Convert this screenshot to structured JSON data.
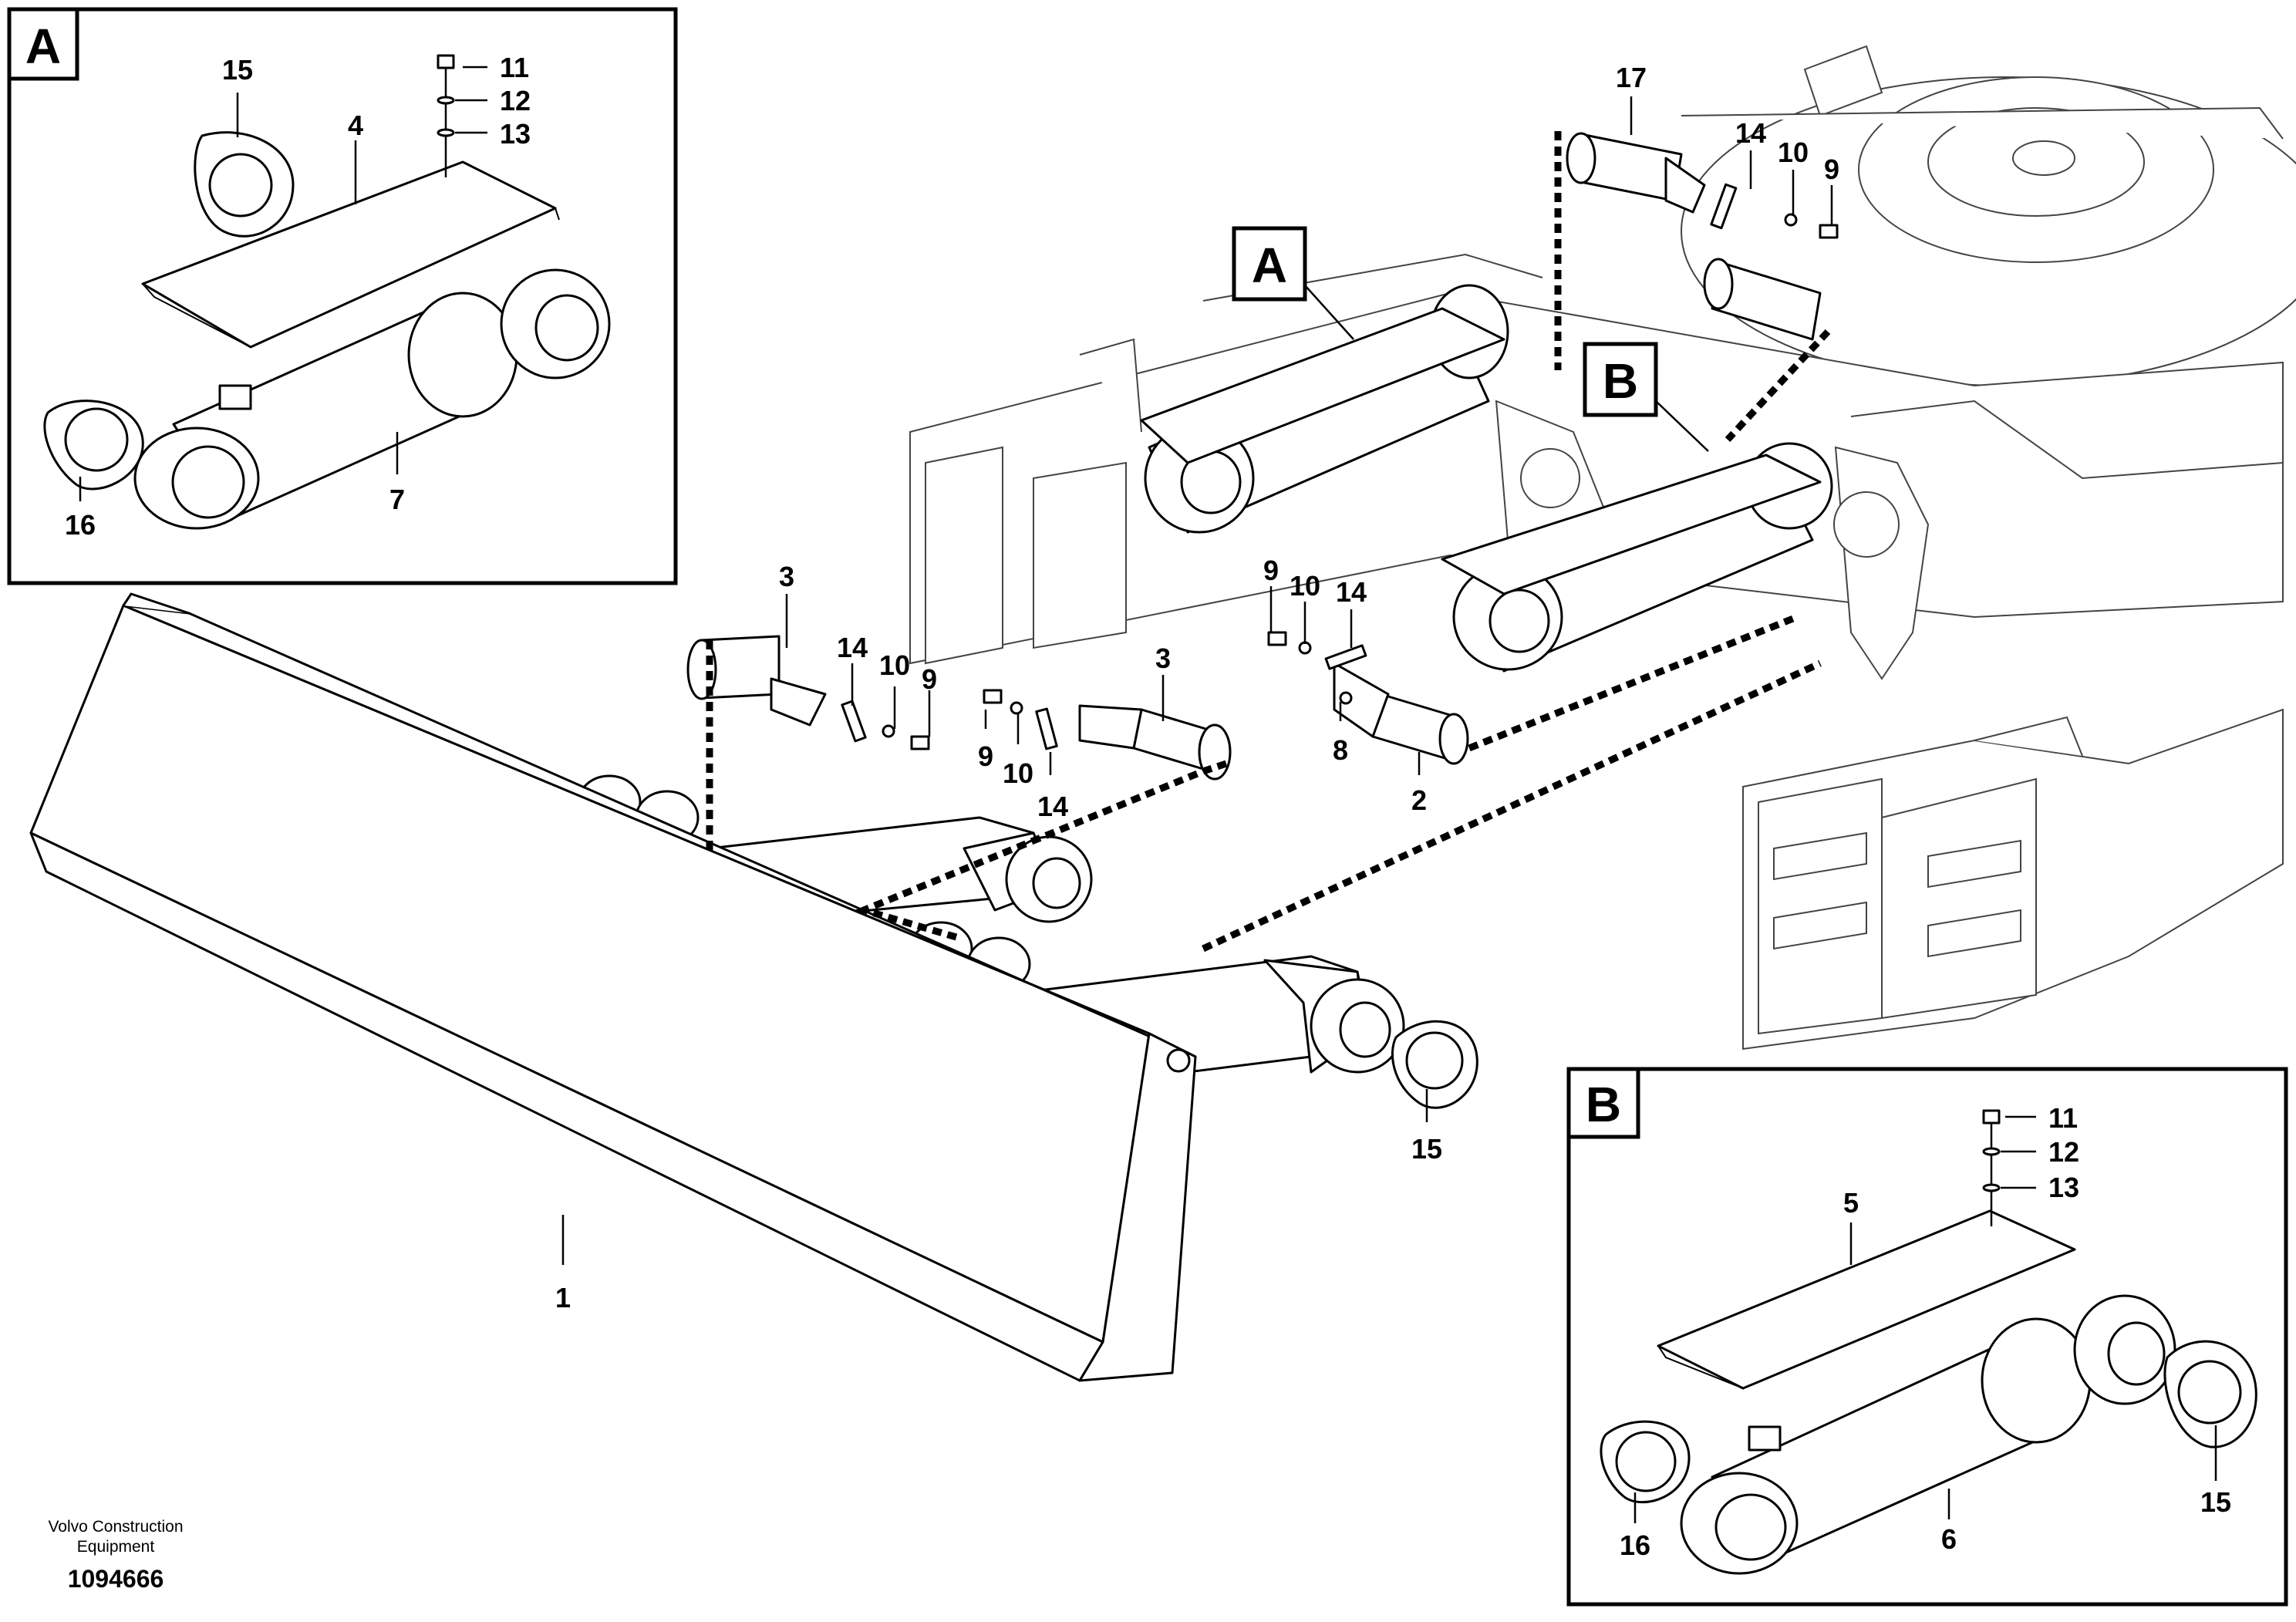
{
  "inset_a": {
    "letter": "A",
    "callouts": [
      "15",
      "11",
      "12",
      "13",
      "4",
      "16",
      "7"
    ]
  },
  "inset_b": {
    "letter": "B",
    "callouts": [
      "11",
      "12",
      "13",
      "5",
      "16",
      "6",
      "15"
    ]
  },
  "main_markers": {
    "a": "A",
    "b": "B"
  },
  "callouts": {
    "c1": "1",
    "c2": "2",
    "c3a": "3",
    "c3b": "3",
    "c8": "8",
    "c9a": "9",
    "c9b": "9",
    "c9c": "9",
    "c9d": "9",
    "c10a": "10",
    "c10b": "10",
    "c10c": "10",
    "c10d": "10",
    "c14a": "14",
    "c14b": "14",
    "c14c": "14",
    "c14d": "14",
    "c15": "15",
    "c17": "17"
  },
  "footer": {
    "line1": "Volvo Construction",
    "line2": "Equipment",
    "doc_number": "1094666"
  }
}
